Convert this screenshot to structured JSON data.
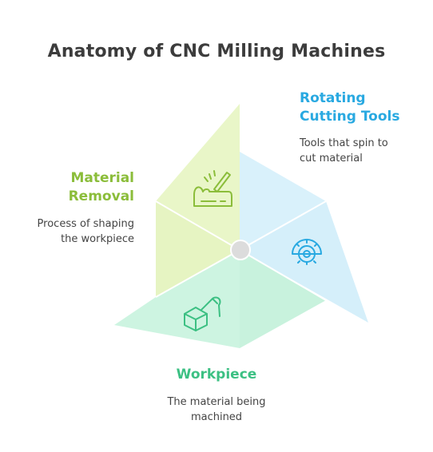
{
  "title": "Anatomy of CNC Milling Machines",
  "colors": {
    "rotating": "#29a9e1",
    "material": "#8bbd3a",
    "workpiece": "#3cc083",
    "rotating_fill": "#d9f1fb",
    "material_fill": "#e9f6c8",
    "workpiece_fill": "#cdf4e1",
    "center": "#dcdcdc",
    "text": "#444444"
  },
  "sections": {
    "rotating": {
      "heading_lines": [
        "Rotating",
        "Cutting Tools"
      ],
      "description_lines": [
        "Tools that spin to",
        "cut material"
      ],
      "icon": "circular-saw-blade-icon"
    },
    "material": {
      "heading_lines": [
        "Material",
        "Removal"
      ],
      "description_lines": [
        "Process of shaping",
        "the workpiece"
      ],
      "icon": "engraving-tool-icon"
    },
    "workpiece": {
      "heading_lines": [
        "Workpiece"
      ],
      "description_lines": [
        "The material being",
        "machined"
      ],
      "icon": "cube-with-cutter-icon"
    }
  }
}
